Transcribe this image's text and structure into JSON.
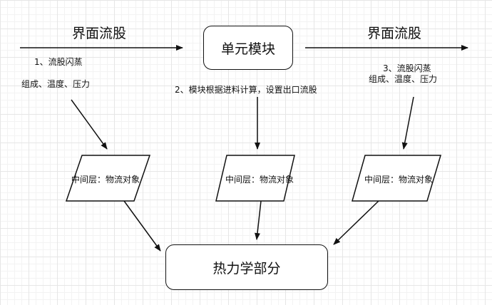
{
  "diagram": {
    "interface_stream_left": "界面流股",
    "interface_stream_right": "界面流股",
    "unit_module": "单元模块",
    "thermo_part": "热力学部分",
    "flash_left": {
      "line1": "1、流股闪蒸",
      "line2": "组成、温度、压力"
    },
    "calc_note": "2、模块根据进料计算，设置出口流股",
    "flash_right": {
      "line1": "3、流股闪蒸",
      "line2": "组成、温度、压力"
    },
    "middle_layers": [
      "中间层：物流对象",
      "中间层：物流对象",
      "中间层：物流对象"
    ]
  },
  "colors": {
    "stroke": "#111111",
    "grid_major": "#e6e6e6",
    "grid_minor": "#f3f3f3",
    "background": "#ffffff"
  }
}
